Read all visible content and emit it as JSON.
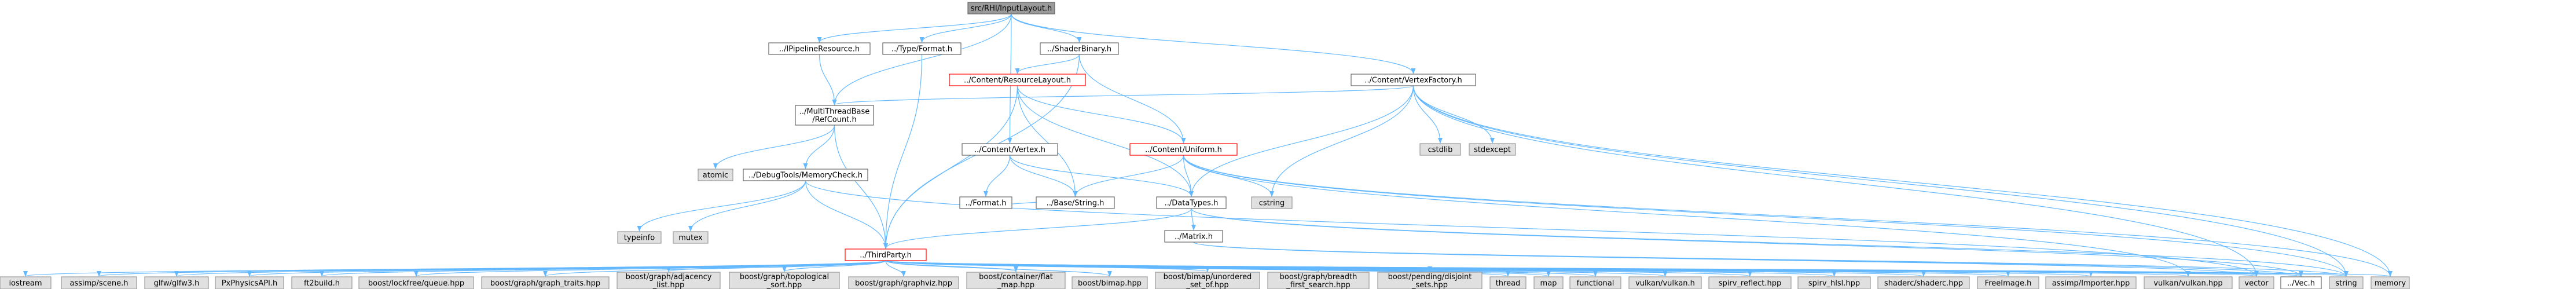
{
  "colors": {
    "edge": "#63b8ff",
    "root_fill": "#9a9a9a",
    "root_stroke": "#666666",
    "local_fill": "#ffffff",
    "local_stroke": "#666666",
    "system_fill": "#e0e0e0",
    "system_stroke": "#999999",
    "highlight_stroke": "#ff0000"
  },
  "nodes": [
    {
      "id": "root",
      "kind": "root",
      "lines": [
        "src/RHI/InputLayout.h"
      ]
    },
    {
      "id": "pipeline_resource",
      "kind": "local",
      "lines": [
        "../IPipelineResource.h"
      ]
    },
    {
      "id": "type_format",
      "kind": "local",
      "lines": [
        "../Type/Format.h"
      ]
    },
    {
      "id": "shader_binary",
      "kind": "local",
      "lines": [
        "../ShaderBinary.h"
      ]
    },
    {
      "id": "vertex_factory",
      "kind": "local",
      "lines": [
        "../Content/VertexFactory.h"
      ]
    },
    {
      "id": "resource_layout",
      "kind": "highlight",
      "lines": [
        "../Content/ResourceLayout.h"
      ]
    },
    {
      "id": "multithread",
      "kind": "local",
      "lines": [
        "../MultiThreadBase",
        "/RefCount.h"
      ]
    },
    {
      "id": "content_vertex",
      "kind": "local",
      "lines": [
        "../Content/Vertex.h"
      ]
    },
    {
      "id": "content_uniform",
      "kind": "highlight",
      "lines": [
        "../Content/Uniform.h"
      ]
    },
    {
      "id": "cstdlib",
      "kind": "system",
      "lines": [
        "cstdlib"
      ]
    },
    {
      "id": "stdexcept",
      "kind": "system",
      "lines": [
        "stdexcept"
      ]
    },
    {
      "id": "atomic",
      "kind": "system",
      "lines": [
        "atomic"
      ]
    },
    {
      "id": "debug_memcheck",
      "kind": "local",
      "lines": [
        "../DebugTools/MemoryCheck.h"
      ]
    },
    {
      "id": "format_h",
      "kind": "local",
      "lines": [
        "../Format.h"
      ]
    },
    {
      "id": "base_string",
      "kind": "local",
      "lines": [
        "../Base/String.h"
      ]
    },
    {
      "id": "data_types",
      "kind": "local",
      "lines": [
        "../DataTypes.h"
      ]
    },
    {
      "id": "cstring",
      "kind": "system",
      "lines": [
        "cstring"
      ]
    },
    {
      "id": "matrix",
      "kind": "local",
      "lines": [
        "../Matrix.h"
      ]
    },
    {
      "id": "typeinfo",
      "kind": "system",
      "lines": [
        "typeinfo"
      ]
    },
    {
      "id": "mutex",
      "kind": "system",
      "lines": [
        "mutex"
      ]
    },
    {
      "id": "third_party",
      "kind": "highlight",
      "lines": [
        "../ThirdParty.h"
      ]
    },
    {
      "id": "iostream",
      "kind": "system",
      "lines": [
        "iostream"
      ]
    },
    {
      "id": "assimp_scene",
      "kind": "system",
      "lines": [
        "assimp/scene.h"
      ]
    },
    {
      "id": "glfw",
      "kind": "system",
      "lines": [
        "glfw/glfw3.h"
      ]
    },
    {
      "id": "physx",
      "kind": "system",
      "lines": [
        "PxPhysicsAPI.h"
      ]
    },
    {
      "id": "ftbuild",
      "kind": "system",
      "lines": [
        "ft2build.h"
      ]
    },
    {
      "id": "lockfree",
      "kind": "system",
      "lines": [
        "boost/lockfree/queue.hpp"
      ]
    },
    {
      "id": "graph_traits",
      "kind": "system",
      "lines": [
        "boost/graph/graph_traits.hpp"
      ]
    },
    {
      "id": "adjacency",
      "kind": "system",
      "lines": [
        "boost/graph/adjacency",
        "_list.hpp"
      ]
    },
    {
      "id": "topological",
      "kind": "system",
      "lines": [
        "boost/graph/topological",
        "_sort.hpp"
      ]
    },
    {
      "id": "graphviz",
      "kind": "system",
      "lines": [
        "boost/graph/graphviz.hpp"
      ]
    },
    {
      "id": "flat_map",
      "kind": "system",
      "lines": [
        "boost/container/flat",
        "_map.hpp"
      ]
    },
    {
      "id": "bimap",
      "kind": "system",
      "lines": [
        "boost/bimap.hpp"
      ]
    },
    {
      "id": "unordered_set",
      "kind": "system",
      "lines": [
        "boost/bimap/unordered",
        "_set_of.hpp"
      ]
    },
    {
      "id": "bfs",
      "kind": "system",
      "lines": [
        "boost/graph/breadth",
        "_first_search.hpp"
      ]
    },
    {
      "id": "disjoint",
      "kind": "system",
      "lines": [
        "boost/pending/disjoint",
        "_sets.hpp"
      ]
    },
    {
      "id": "thread",
      "kind": "system",
      "lines": [
        "thread"
      ]
    },
    {
      "id": "map",
      "kind": "system",
      "lines": [
        "map"
      ]
    },
    {
      "id": "functional",
      "kind": "system",
      "lines": [
        "functional"
      ]
    },
    {
      "id": "vulkan_h",
      "kind": "system",
      "lines": [
        "vulkan/vulkan.h"
      ]
    },
    {
      "id": "spirv_reflect",
      "kind": "system",
      "lines": [
        "spirv_reflect.hpp"
      ]
    },
    {
      "id": "spirv_hlsl",
      "kind": "system",
      "lines": [
        "spirv_hlsl.hpp"
      ]
    },
    {
      "id": "shaderc",
      "kind": "system",
      "lines": [
        "shaderc/shaderc.hpp"
      ]
    },
    {
      "id": "freeimage",
      "kind": "system",
      "lines": [
        "FreeImage.h"
      ]
    },
    {
      "id": "assimp_importer",
      "kind": "system",
      "lines": [
        "assimp/Importer.hpp"
      ]
    },
    {
      "id": "vulkan_hpp",
      "kind": "system",
      "lines": [
        "vulkan/vulkan.hpp"
      ]
    },
    {
      "id": "vector",
      "kind": "system",
      "lines": [
        "vector"
      ]
    },
    {
      "id": "vec_h",
      "kind": "local",
      "lines": [
        "../Vec.h"
      ]
    },
    {
      "id": "string",
      "kind": "system",
      "lines": [
        "string"
      ]
    },
    {
      "id": "memory",
      "kind": "system",
      "lines": [
        "memory"
      ]
    }
  ],
  "edges": [
    [
      "root",
      "pipeline_resource"
    ],
    [
      "root",
      "type_format"
    ],
    [
      "root",
      "shader_binary"
    ],
    [
      "root",
      "vertex_factory"
    ],
    [
      "root",
      "multithread"
    ],
    [
      "root",
      "content_vertex"
    ],
    [
      "pipeline_resource",
      "multithread"
    ],
    [
      "type_format",
      "third_party"
    ],
    [
      "shader_binary",
      "resource_layout"
    ],
    [
      "shader_binary",
      "content_uniform"
    ],
    [
      "shader_binary",
      "third_party"
    ],
    [
      "resource_layout",
      "content_uniform"
    ],
    [
      "resource_layout",
      "base_string"
    ],
    [
      "resource_layout",
      "third_party"
    ],
    [
      "resource_layout",
      "data_types"
    ],
    [
      "vertex_factory",
      "multithread"
    ],
    [
      "vertex_factory",
      "cstdlib"
    ],
    [
      "vertex_factory",
      "stdexcept"
    ],
    [
      "vertex_factory",
      "data_types"
    ],
    [
      "vertex_factory",
      "cstring"
    ],
    [
      "vertex_factory",
      "vector"
    ],
    [
      "vertex_factory",
      "string"
    ],
    [
      "vertex_factory",
      "memory"
    ],
    [
      "multithread",
      "atomic"
    ],
    [
      "multithread",
      "debug_memcheck"
    ],
    [
      "multithread",
      "third_party"
    ],
    [
      "content_vertex",
      "format_h"
    ],
    [
      "content_vertex",
      "base_string"
    ],
    [
      "content_vertex",
      "data_types"
    ],
    [
      "content_uniform",
      "base_string"
    ],
    [
      "content_uniform",
      "data_types"
    ],
    [
      "content_uniform",
      "cstring"
    ],
    [
      "content_uniform",
      "vulkan_hpp"
    ],
    [
      "content_uniform",
      "string"
    ],
    [
      "content_uniform",
      "memory"
    ],
    [
      "debug_memcheck",
      "typeinfo"
    ],
    [
      "debug_memcheck",
      "mutex"
    ],
    [
      "debug_memcheck",
      "third_party"
    ],
    [
      "debug_memcheck",
      "vector"
    ],
    [
      "format_h",
      "base_string"
    ],
    [
      "data_types",
      "matrix"
    ],
    [
      "data_types",
      "third_party"
    ],
    [
      "data_types",
      "vec_h"
    ],
    [
      "data_types",
      "string"
    ],
    [
      "matrix",
      "vec_h"
    ],
    [
      "matrix",
      "vector"
    ],
    [
      "matrix",
      "string"
    ],
    [
      "third_party",
      "iostream"
    ],
    [
      "third_party",
      "assimp_scene"
    ],
    [
      "third_party",
      "glfw"
    ],
    [
      "third_party",
      "physx"
    ],
    [
      "third_party",
      "ftbuild"
    ],
    [
      "third_party",
      "lockfree"
    ],
    [
      "third_party",
      "graph_traits"
    ],
    [
      "third_party",
      "adjacency"
    ],
    [
      "third_party",
      "topological"
    ],
    [
      "third_party",
      "graphviz"
    ],
    [
      "third_party",
      "flat_map"
    ],
    [
      "third_party",
      "bimap"
    ],
    [
      "third_party",
      "unordered_set"
    ],
    [
      "third_party",
      "bfs"
    ],
    [
      "third_party",
      "disjoint"
    ],
    [
      "third_party",
      "thread"
    ],
    [
      "third_party",
      "map"
    ],
    [
      "third_party",
      "functional"
    ],
    [
      "third_party",
      "vulkan_h"
    ],
    [
      "third_party",
      "spirv_reflect"
    ],
    [
      "third_party",
      "spirv_hlsl"
    ],
    [
      "third_party",
      "shaderc"
    ],
    [
      "third_party",
      "freeimage"
    ],
    [
      "third_party",
      "assimp_importer"
    ],
    [
      "third_party",
      "vulkan_hpp"
    ],
    [
      "third_party",
      "vector"
    ],
    [
      "third_party",
      "vec_h"
    ],
    [
      "third_party",
      "string"
    ],
    [
      "third_party",
      "memory"
    ]
  ]
}
